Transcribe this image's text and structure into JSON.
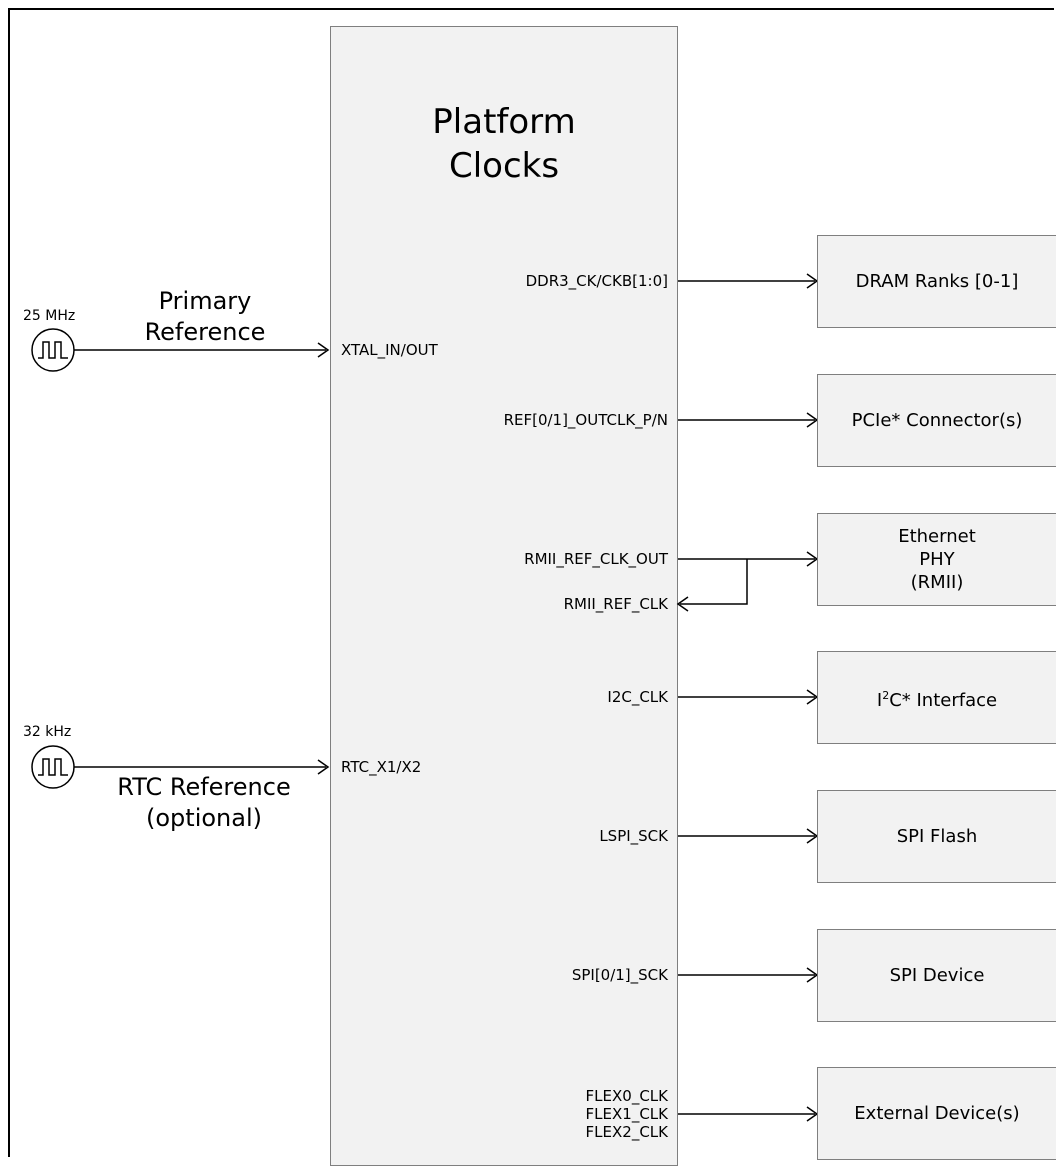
{
  "block": {
    "title_line1": "Platform",
    "title_line2": "Clocks"
  },
  "sources": {
    "primary": {
      "freq": "25 MHz",
      "label_line1": "Primary",
      "label_line2": "Reference",
      "pin": "XTAL_IN/OUT"
    },
    "rtc": {
      "freq": "32 kHz",
      "label_line1": "RTC Reference",
      "label_line2": "(optional)",
      "pin": "RTC_X1/X2"
    }
  },
  "outputs": {
    "ddr": {
      "pin": "DDR3_CK/CKB[1:0]",
      "device": "DRAM Ranks [0-1]"
    },
    "pcie": {
      "pin": "REF[0/1]_OUTCLK_P/N",
      "device": "PCIe* Connector(s)"
    },
    "eth": {
      "pin_out": "RMII_REF_CLK_OUT",
      "pin_in": "RMII_REF_CLK",
      "device_line1": "Ethernet",
      "device_line2": "PHY",
      "device_line3": "(RMII)"
    },
    "i2c": {
      "pin": "I2C_CLK",
      "device_prefix": "I",
      "device_sup": "2",
      "device_suffix": "C* Interface"
    },
    "lspi": {
      "pin": "LSPI_SCK",
      "device": "SPI Flash"
    },
    "spi": {
      "pin": "SPI[0/1]_SCK",
      "device": "SPI Device"
    },
    "flex": {
      "pin1": "FLEX0_CLK",
      "pin2": "FLEX1_CLK",
      "pin3": "FLEX2_CLK",
      "device": "External Device(s)"
    }
  }
}
